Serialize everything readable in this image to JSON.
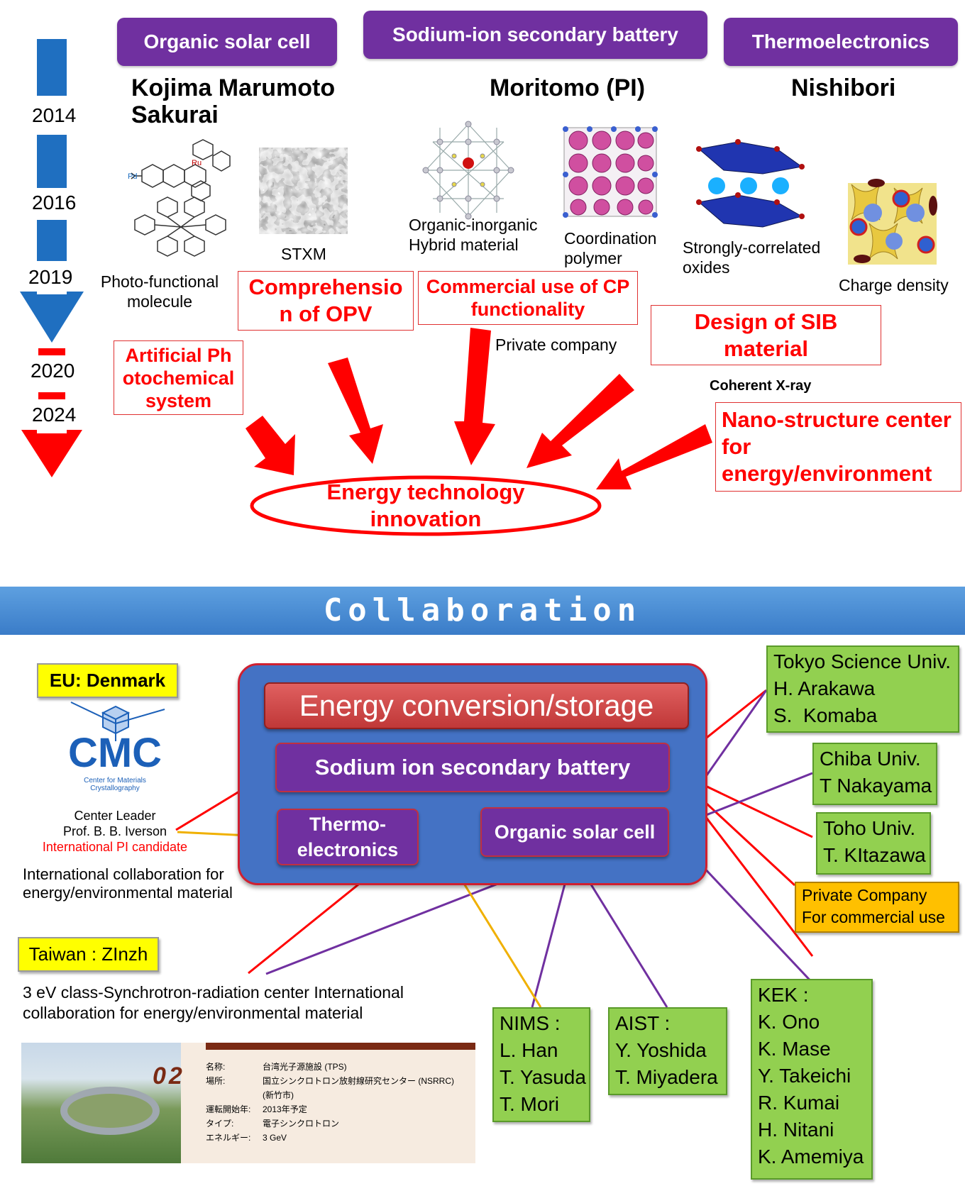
{
  "top": {
    "tags": [
      "Organic solar cell",
      "Sodium-ion secondary battery",
      "Thermoelectronics"
    ],
    "groups": {
      "left": "Kojima Marumoto Sakurai",
      "middle": "Moritomo (PI)",
      "right": "Nishibori"
    },
    "years": [
      "2014",
      "2016",
      "2019",
      "2020",
      "2024"
    ],
    "captions": {
      "photo_functional": "Photo-functional molecule",
      "stxm": "STXM",
      "hybrid": "Organic-inorganic Hybrid material",
      "coordination": "Coordination polymer",
      "oxides": "Strongly-correlated oxides",
      "charge_density": "Charge density",
      "private_company": "Private company",
      "coherent_xray": "Coherent X-ray"
    },
    "goals": {
      "opv": "Comprehension of OPV",
      "cp": "Commercial use of CP functionality",
      "sib": "Design of SIB material",
      "photochem": "Artificial Photochemical system",
      "nano": "Nano-structure center for energy/environment",
      "innovation": "Energy technology innovation"
    }
  },
  "collab": {
    "banner": "Collaboration",
    "eu_tag": "EU: Denmark",
    "cmc_logo": "CMC",
    "cmc_sub": "Center for Materials Crystallography",
    "leader_title": "Center Leader",
    "leader_name": "Prof. B. B. Iverson",
    "leader_role": "International PI candidate",
    "eu_desc": "International collaboration for energy/environmental material",
    "taiwan_tag": "Taiwan : ZInzh",
    "taiwan_desc": "3 eV class-Synchrotron-radiation center International collaboration for energy/environmental material",
    "center_title": "Energy conversion/storage",
    "sib": "Sodium ion secondary battery",
    "thermo": "Thermo-electronics",
    "osc": "Organic solar cell",
    "tokyo": [
      "Tokyo Science Univ.",
      "H. Arakawa",
      "S.  Komaba"
    ],
    "chiba": [
      "Chiba Univ.",
      "T Nakayama"
    ],
    "toho": [
      "Toho Univ.",
      "T. KItazawa"
    ],
    "private": [
      "Private Company",
      "For commercial use"
    ],
    "kek": [
      "KEK :",
      "K. Ono",
      "K. Mase",
      "Y. Takeichi",
      "R. Kumai",
      "H. Nitani",
      "K. Amemiya"
    ],
    "nims": [
      "NIMS :",
      "L. Han",
      "T. Yasuda",
      "T. Mori"
    ],
    "aist": [
      "AIST :",
      "Y. Yoshida",
      "T. Miyadera"
    ],
    "tps": {
      "number": "02",
      "rows": [
        [
          "名称:",
          "台湾光子源施設 (TPS)"
        ],
        [
          "場所:",
          "国立シンクロトロン放射線研究センター (NSRRC)"
        ],
        [
          "",
          "(新竹市)"
        ],
        [
          "運転開始年:",
          "2013年予定"
        ],
        [
          "タイプ:",
          "電子シンクロトロン"
        ],
        [
          "エネルギー:",
          "3 GeV"
        ]
      ]
    }
  }
}
